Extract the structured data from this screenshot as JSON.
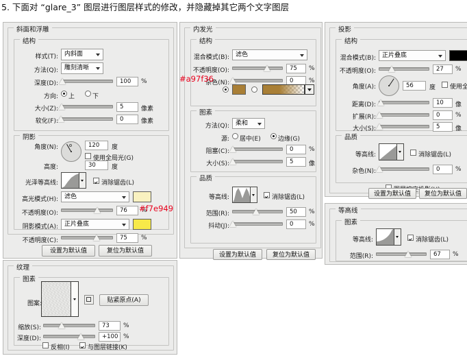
{
  "caption": "5. 下面对 “glare_3” 图层进行图层样式的修改，并隐藏掉其它两个文字图层",
  "common": {
    "percent": "%",
    "pixel": "像素",
    "pixel_clip": "像",
    "degree": "度",
    "set_default": "设置为默认值",
    "reset_default": "复位为默认值",
    "antialias": "消除锯齿(L)",
    "contour_label": "等高线:",
    "structure": "结构",
    "elements": "图素",
    "quality": "品质"
  },
  "bevel": {
    "title": "斜面和浮雕",
    "style_label": "样式(T):",
    "style_value": "内斜面",
    "technique_label": "方法(Q):",
    "technique_value": "雕刻清晰",
    "depth_label": "深度(D):",
    "depth_value": "100",
    "direction_label": "方向:",
    "direction_up": "上",
    "direction_down": "下",
    "size_label": "大小(Z):",
    "size_value": "5",
    "soften_label": "软化(F):",
    "soften_value": "0",
    "shading_title": "阴影",
    "angle_label": "角度(N):",
    "angle_value": "120",
    "global_light": "使用全局光(G)",
    "altitude_label": "高度:",
    "altitude_value": "30",
    "gloss_contour_label": "光泽等高线:",
    "highlight_mode_label": "高光模式(H):",
    "highlight_mode_value": "滤色",
    "highlight_opacity_label": "不透明度(O):",
    "highlight_opacity_value": "76",
    "shadow_mode_label": "阴影模式(A):",
    "shadow_mode_value": "正片叠底",
    "shadow_opacity_label": "不透明度(C):",
    "shadow_opacity_value": "75",
    "highlight_color": "#f9f1c0",
    "shadow_color": "#f7e949",
    "shadow_color_hex_note": "#f7e949"
  },
  "texture": {
    "title": "纹理",
    "pattern_label": "图案:",
    "snap_origin_button": "贴紧原点(A)",
    "scale_label": "缩放(S):",
    "scale_value": "73",
    "depth_label": "深度(D):",
    "depth_value": "+100",
    "invert_label": "反相(I)",
    "link_layer_label": "与图层链接(K)"
  },
  "inner_glow": {
    "title": "内发光",
    "blend_label": "混合模式(B):",
    "blend_value": "滤色",
    "opacity_label": "不透明度(O):",
    "opacity_value": "75",
    "noise_label": "杂色(N):",
    "noise_value": "0",
    "color_hex_note": "#a97f36",
    "color": "#a97f36",
    "technique_label": "方法(Q):",
    "technique_value": "柔和",
    "source_label": "源:",
    "source_center": "居中(E)",
    "source_edge": "边缘(G)",
    "choke_label": "阻塞(C):",
    "choke_value": "0",
    "size_label": "大小(S):",
    "size_value": "5",
    "range_label": "范围(R):",
    "range_value": "50",
    "jitter_label": "抖动(J):",
    "jitter_value": "0"
  },
  "drop_shadow": {
    "title": "投影",
    "blend_label": "混合模式(B):",
    "blend_value": "正片叠底",
    "color": "#000000",
    "opacity_label": "不透明度(O):",
    "opacity_value": "27",
    "angle_label": "角度(A):",
    "angle_value": "56",
    "global_light": "使用全局",
    "distance_label": "距离(D):",
    "distance_value": "10",
    "spread_label": "扩展(R):",
    "spread_value": "0",
    "size_label": "大小(S):",
    "size_value": "5",
    "noise_label": "杂色(N):",
    "noise_value": "0",
    "knockout_label": "图层挖空投影(U)"
  },
  "contour_panel": {
    "title": "等高线",
    "elements": "图素",
    "contour_label": "等高线:",
    "antialias": "消除锯齿(L)",
    "range_label": "范围(R):",
    "range_value": "67"
  }
}
